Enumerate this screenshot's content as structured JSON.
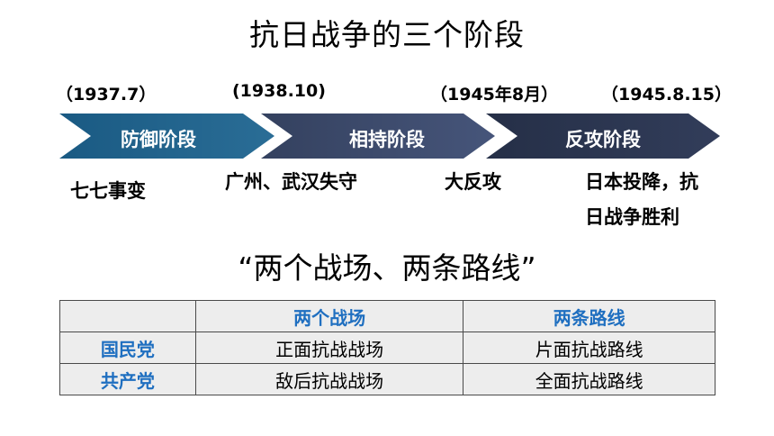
{
  "title": "抗日战争的三个阶段",
  "timeline": {
    "dates": [
      "（1937.7）",
      "(1938.10)",
      "（1945年8月）",
      "（1945.8.15）"
    ],
    "stages": [
      {
        "label": "防御阶段",
        "color": "#1f5f88"
      },
      {
        "label": "相持阶段",
        "color": "#3b4a6b"
      },
      {
        "label": "反攻阶段",
        "color": "#2b3550"
      }
    ],
    "events": [
      "七七事变",
      "广州、武汉失守",
      "大反攻",
      "日本投降，抗",
      "日战争胜利"
    ]
  },
  "subtitle": "“两个战场、两条路线”",
  "table": {
    "headers": [
      "",
      "两个战场",
      "两条路线"
    ],
    "rows": [
      {
        "party": "国民党",
        "battlefield": "正面抗战战场",
        "line": "片面抗战路线"
      },
      {
        "party": "共产党",
        "battlefield": "敌后抗战战场",
        "line": "全面抗战路线"
      }
    ]
  }
}
